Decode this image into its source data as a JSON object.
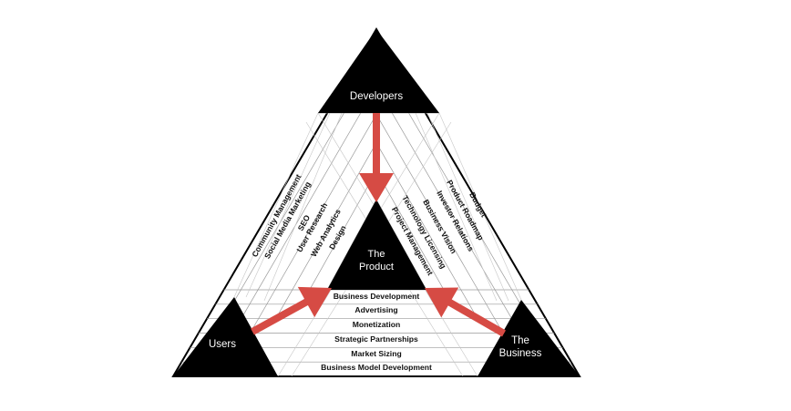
{
  "corners": {
    "top": "Developers",
    "left": "Users",
    "right": "The Business"
  },
  "center": "The Product",
  "bottom_band": [
    "Business Development",
    "Advertising",
    "Monetization",
    "Strategic Partnerships",
    "Market Sizing",
    "Business Model Development"
  ],
  "left_band": [
    "Community Management",
    "Social Media Marketing",
    "SEO",
    "User Research",
    "Web Analytics",
    "Design"
  ],
  "right_band": [
    "Budget",
    "Product Roadmap",
    "Investor Relations",
    "Business Vision",
    "Technology Licensing",
    "Project Management"
  ],
  "colors": {
    "corner_fill": "#000000",
    "arrow": "#d64b44",
    "grid": "#9a9a9a",
    "outline": "#000000"
  }
}
